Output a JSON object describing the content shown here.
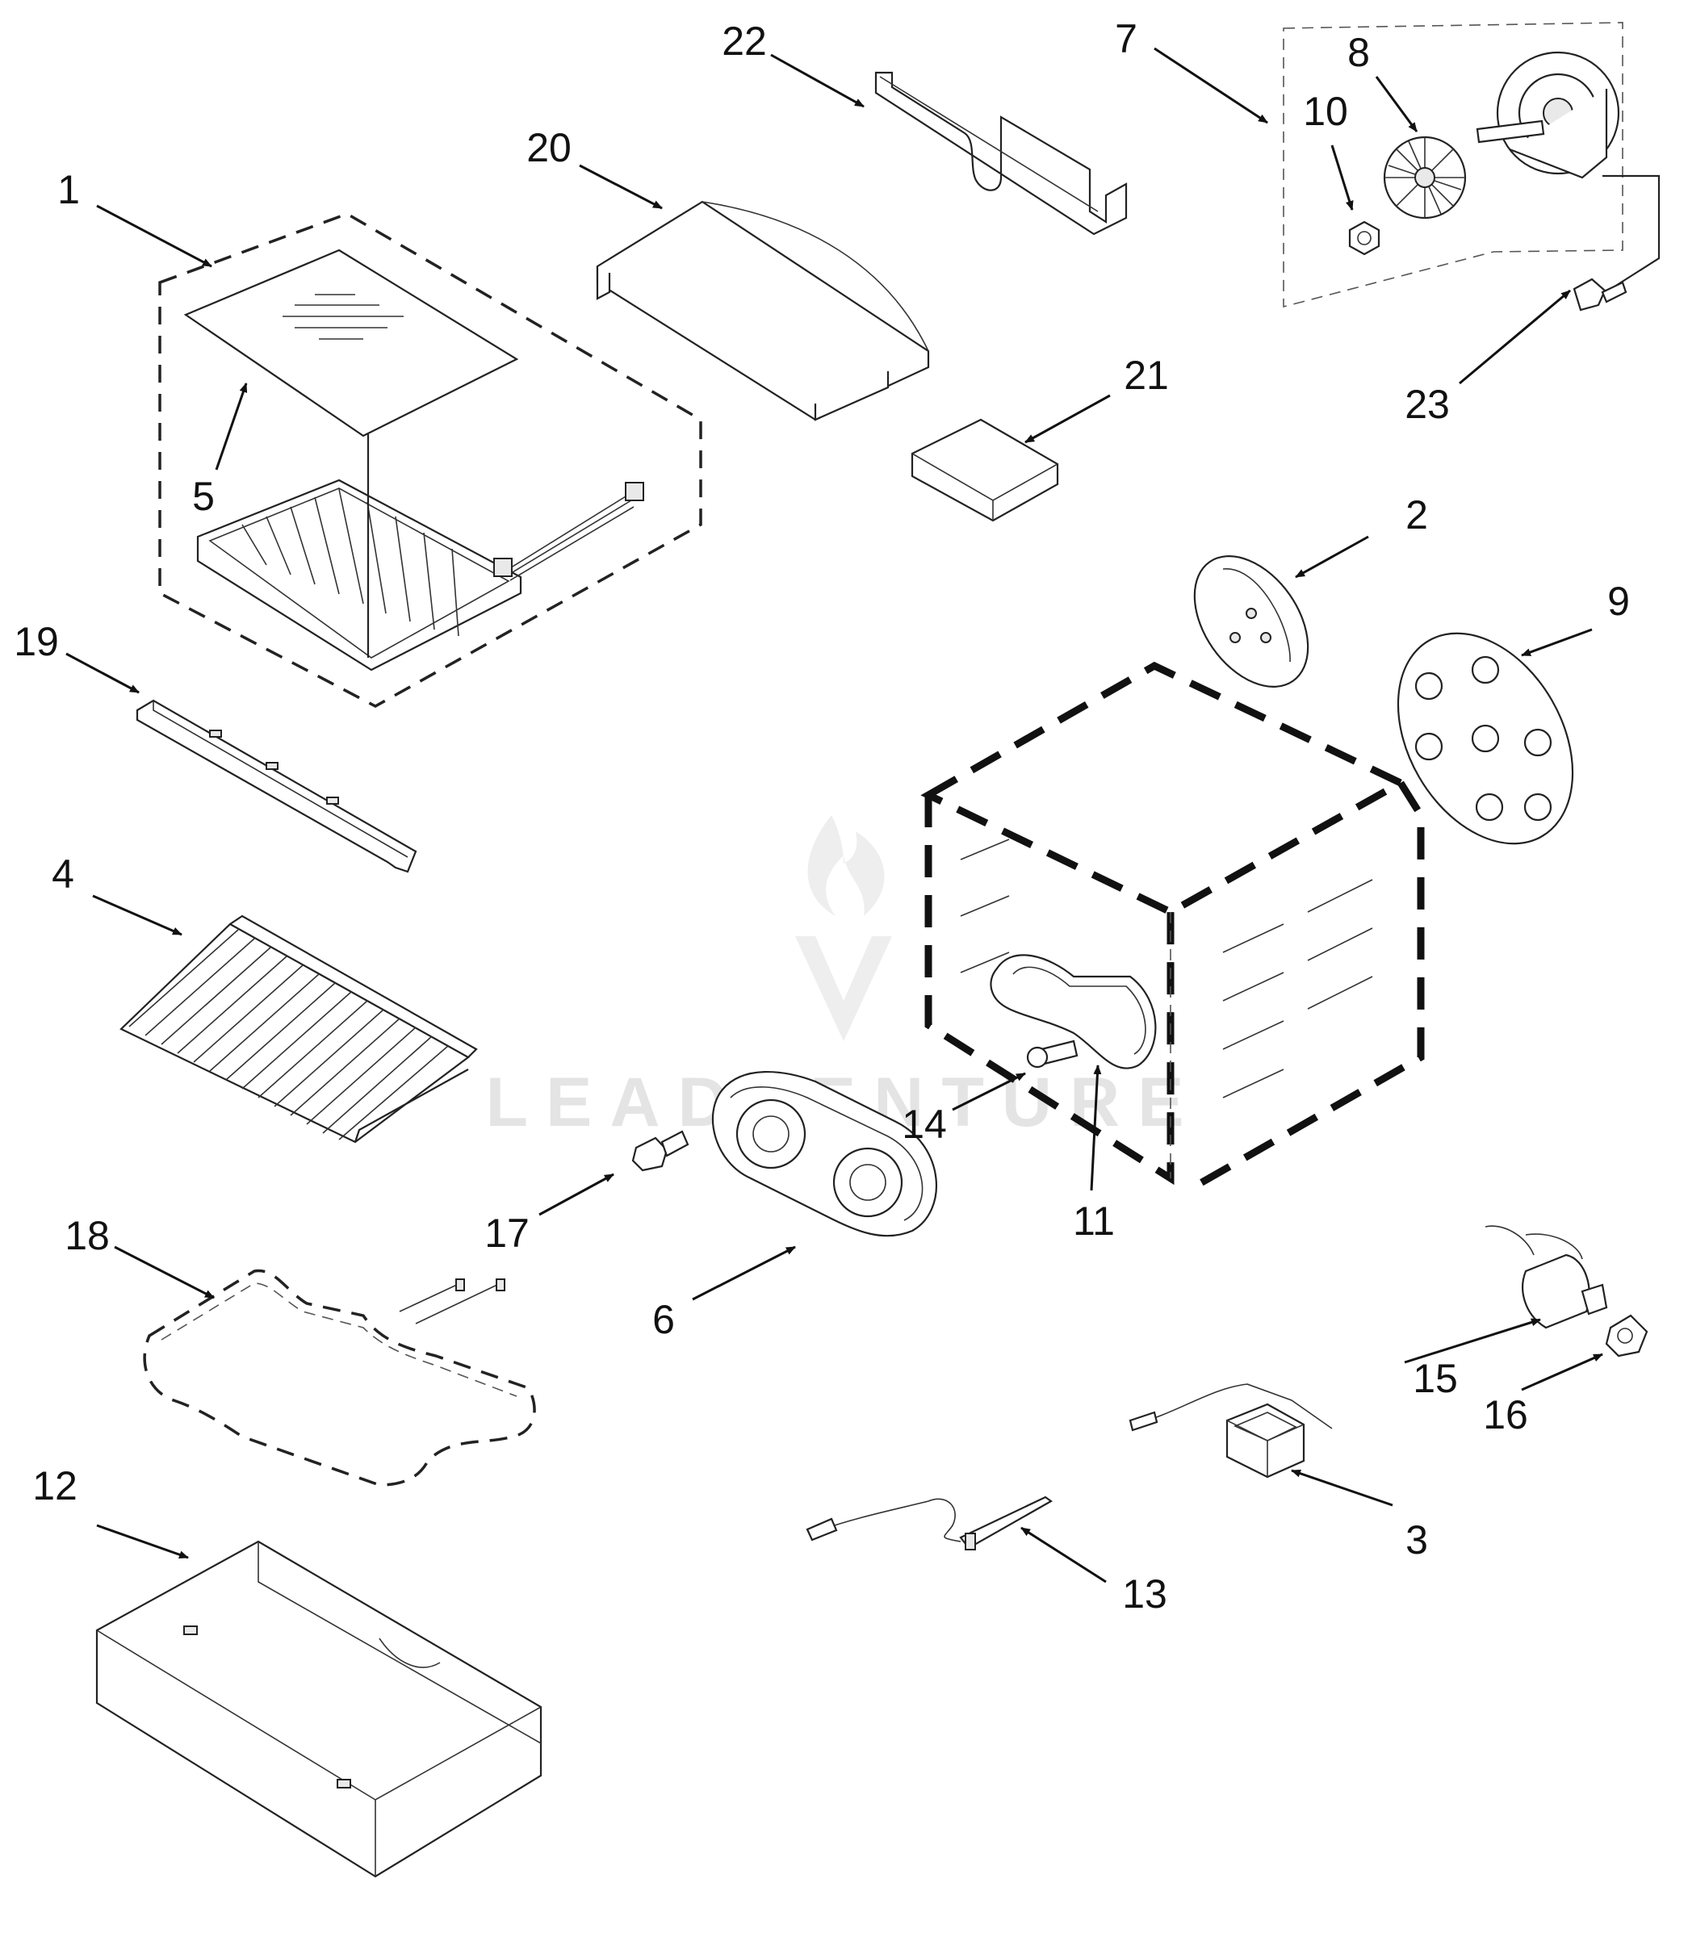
{
  "callouts": [
    "1",
    "2",
    "3",
    "4",
    "5",
    "6",
    "7",
    "8",
    "9",
    "10",
    "11",
    "12",
    "13",
    "14",
    "15",
    "16",
    "17",
    "18",
    "19",
    "20",
    "21",
    "22",
    "23"
  ],
  "watermark": "LEADVENTURE",
  "colors": {
    "line": "#222222",
    "background": "#ffffff",
    "watermark": "#e4e4e4"
  }
}
